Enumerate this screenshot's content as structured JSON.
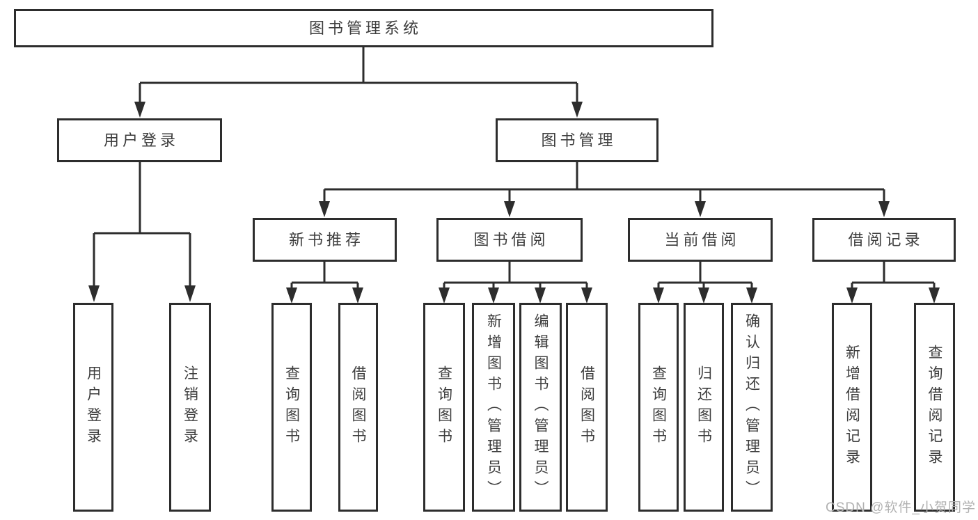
{
  "diagram_type": "hierarchy-tree",
  "colors": {
    "background": "#ffffff",
    "line": "#2d2d2d",
    "box_border": "#2d2d2d",
    "text": "#3d3d3d",
    "watermark": "#b1b1b1"
  },
  "tree": {
    "label": "图书管理系统",
    "children": [
      {
        "label": "用户登录",
        "children": [
          {
            "label": "用户登录"
          },
          {
            "label": "注销登录"
          }
        ]
      },
      {
        "label": "图书管理",
        "children": [
          {
            "label": "新书推荐",
            "children": [
              {
                "label": "查询图书"
              },
              {
                "label": "借阅图书"
              }
            ]
          },
          {
            "label": "图书借阅",
            "children": [
              {
                "label": "查询图书"
              },
              {
                "label": "新增图书（管理员）"
              },
              {
                "label": "编辑图书（管理员）"
              },
              {
                "label": "借阅图书"
              }
            ]
          },
          {
            "label": "当前借阅",
            "children": [
              {
                "label": "查询图书"
              },
              {
                "label": "归还图书"
              },
              {
                "label": "确认归还（管理员）"
              }
            ]
          },
          {
            "label": "借阅记录",
            "children": [
              {
                "label": "新增借阅记录"
              },
              {
                "label": "查询借阅记录"
              }
            ]
          }
        ]
      }
    ]
  },
  "watermark": {
    "text": "CSDN @软件_小贺同学"
  }
}
